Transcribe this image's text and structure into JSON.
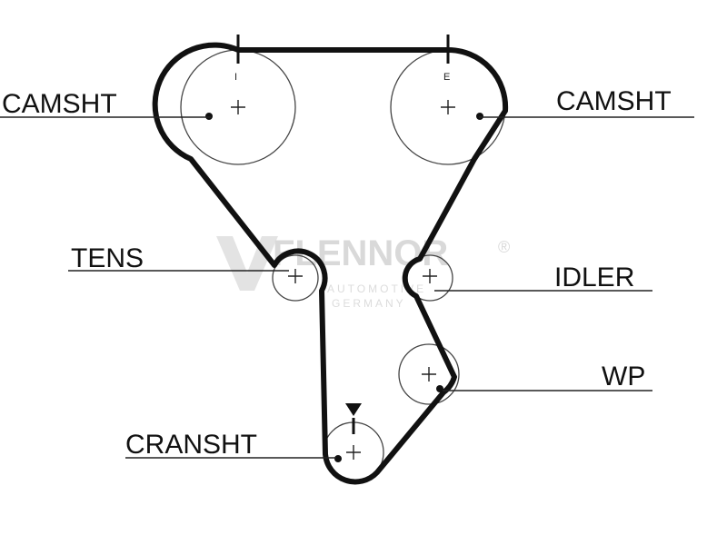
{
  "labels": {
    "camshaft_intake": "CAMSHT",
    "camshaft_exhaust": "CAMSHT",
    "tensioner": "TENS",
    "idler": "IDLER",
    "water_pump": "WP",
    "crankshaft": "CRANSHT"
  },
  "pulley_marks": {
    "intake": "I",
    "exhaust": "E"
  },
  "watermark": {
    "brand": "FLENNOR",
    "registered": "®",
    "line1": "AUTOMOTIVE",
    "line2": "GERMANY"
  },
  "colors": {
    "belt": "#111111",
    "lines": "#222222",
    "watermark": "#d9d9d9",
    "background": "#ffffff"
  }
}
